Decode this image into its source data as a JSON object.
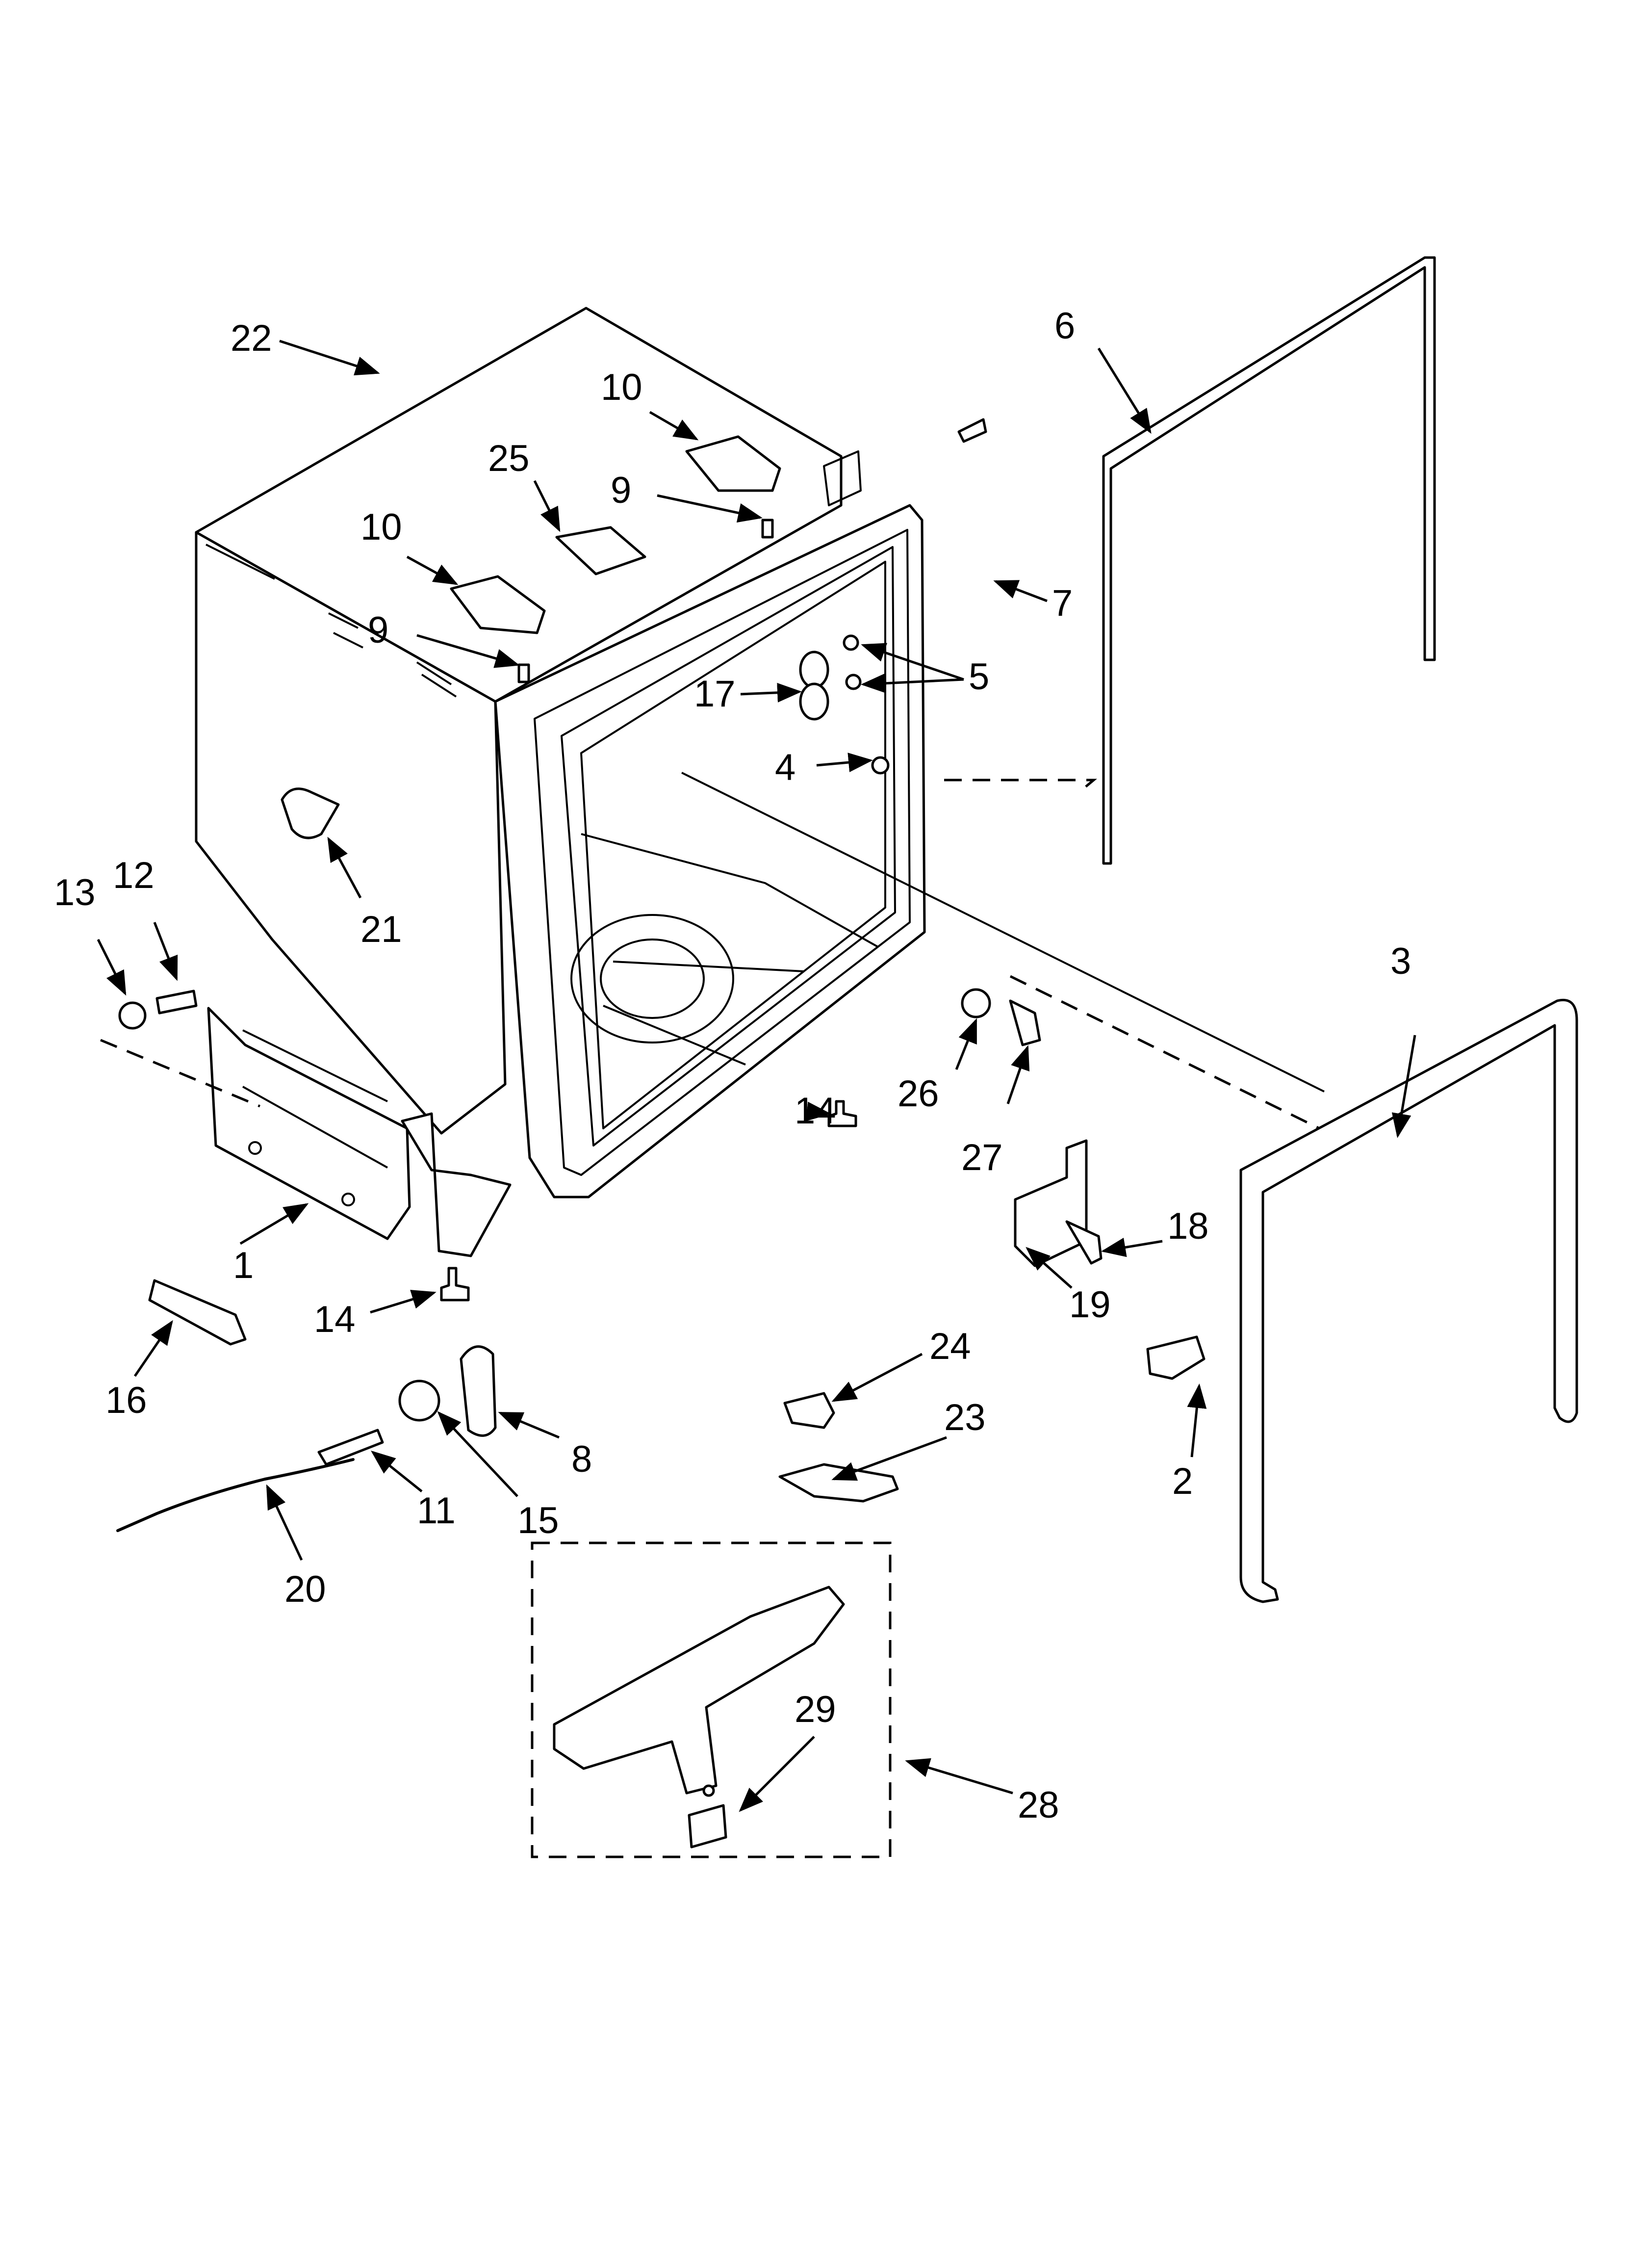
{
  "diagram": {
    "callouts": [
      {
        "id": "c1",
        "text": "1"
      },
      {
        "id": "c2",
        "text": "2"
      },
      {
        "id": "c3",
        "text": "3"
      },
      {
        "id": "c4",
        "text": "4"
      },
      {
        "id": "c5",
        "text": "5"
      },
      {
        "id": "c6",
        "text": "6"
      },
      {
        "id": "c7",
        "text": "7"
      },
      {
        "id": "c8",
        "text": "8"
      },
      {
        "id": "c9a",
        "text": "9"
      },
      {
        "id": "c9b",
        "text": "9"
      },
      {
        "id": "c10a",
        "text": "10"
      },
      {
        "id": "c10b",
        "text": "10"
      },
      {
        "id": "c11",
        "text": "11"
      },
      {
        "id": "c12",
        "text": "12"
      },
      {
        "id": "c13",
        "text": "13"
      },
      {
        "id": "c14a",
        "text": "14"
      },
      {
        "id": "c14b",
        "text": "14"
      },
      {
        "id": "c15",
        "text": "15"
      },
      {
        "id": "c16",
        "text": "16"
      },
      {
        "id": "c17",
        "text": "17"
      },
      {
        "id": "c18",
        "text": "18"
      },
      {
        "id": "c19",
        "text": "19"
      },
      {
        "id": "c20",
        "text": "20"
      },
      {
        "id": "c21",
        "text": "21"
      },
      {
        "id": "c22",
        "text": "22"
      },
      {
        "id": "c23",
        "text": "23"
      },
      {
        "id": "c24",
        "text": "24"
      },
      {
        "id": "c25",
        "text": "25"
      },
      {
        "id": "c26",
        "text": "26"
      },
      {
        "id": "c27",
        "text": "27"
      },
      {
        "id": "c28",
        "text": "28"
      },
      {
        "id": "c29",
        "text": "29"
      }
    ]
  }
}
